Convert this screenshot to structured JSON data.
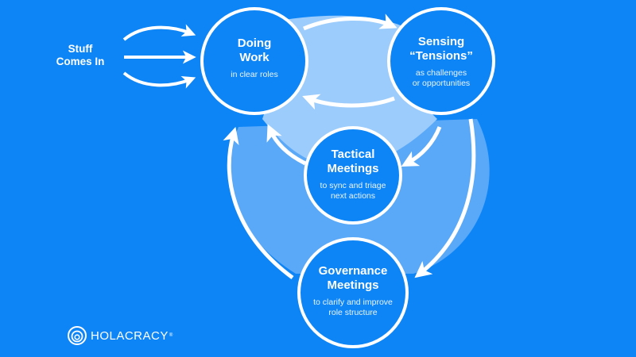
{
  "input_label": "Stuff\nComes In",
  "nodes": {
    "doing_work": {
      "title": "Doing\nWork",
      "subtitle": "in clear roles"
    },
    "sensing": {
      "title": "Sensing\n“Tensions”",
      "subtitle": "as challenges\nor opportunities"
    },
    "tactical": {
      "title": "Tactical\nMeetings",
      "subtitle": "to sync and triage\nnext actions"
    },
    "governance": {
      "title": "Governance\nMeetings",
      "subtitle": "to clarify and improve\nrole structure"
    }
  },
  "logo": {
    "text": "HOLACRACY",
    "mark": "®"
  },
  "colors": {
    "background": "#0d85f7",
    "circle": "#0d85f7",
    "ring": "#ffffff",
    "outer_loop_fill": "#5aa9f9",
    "inner_loop_fill": "#9cccfb"
  }
}
